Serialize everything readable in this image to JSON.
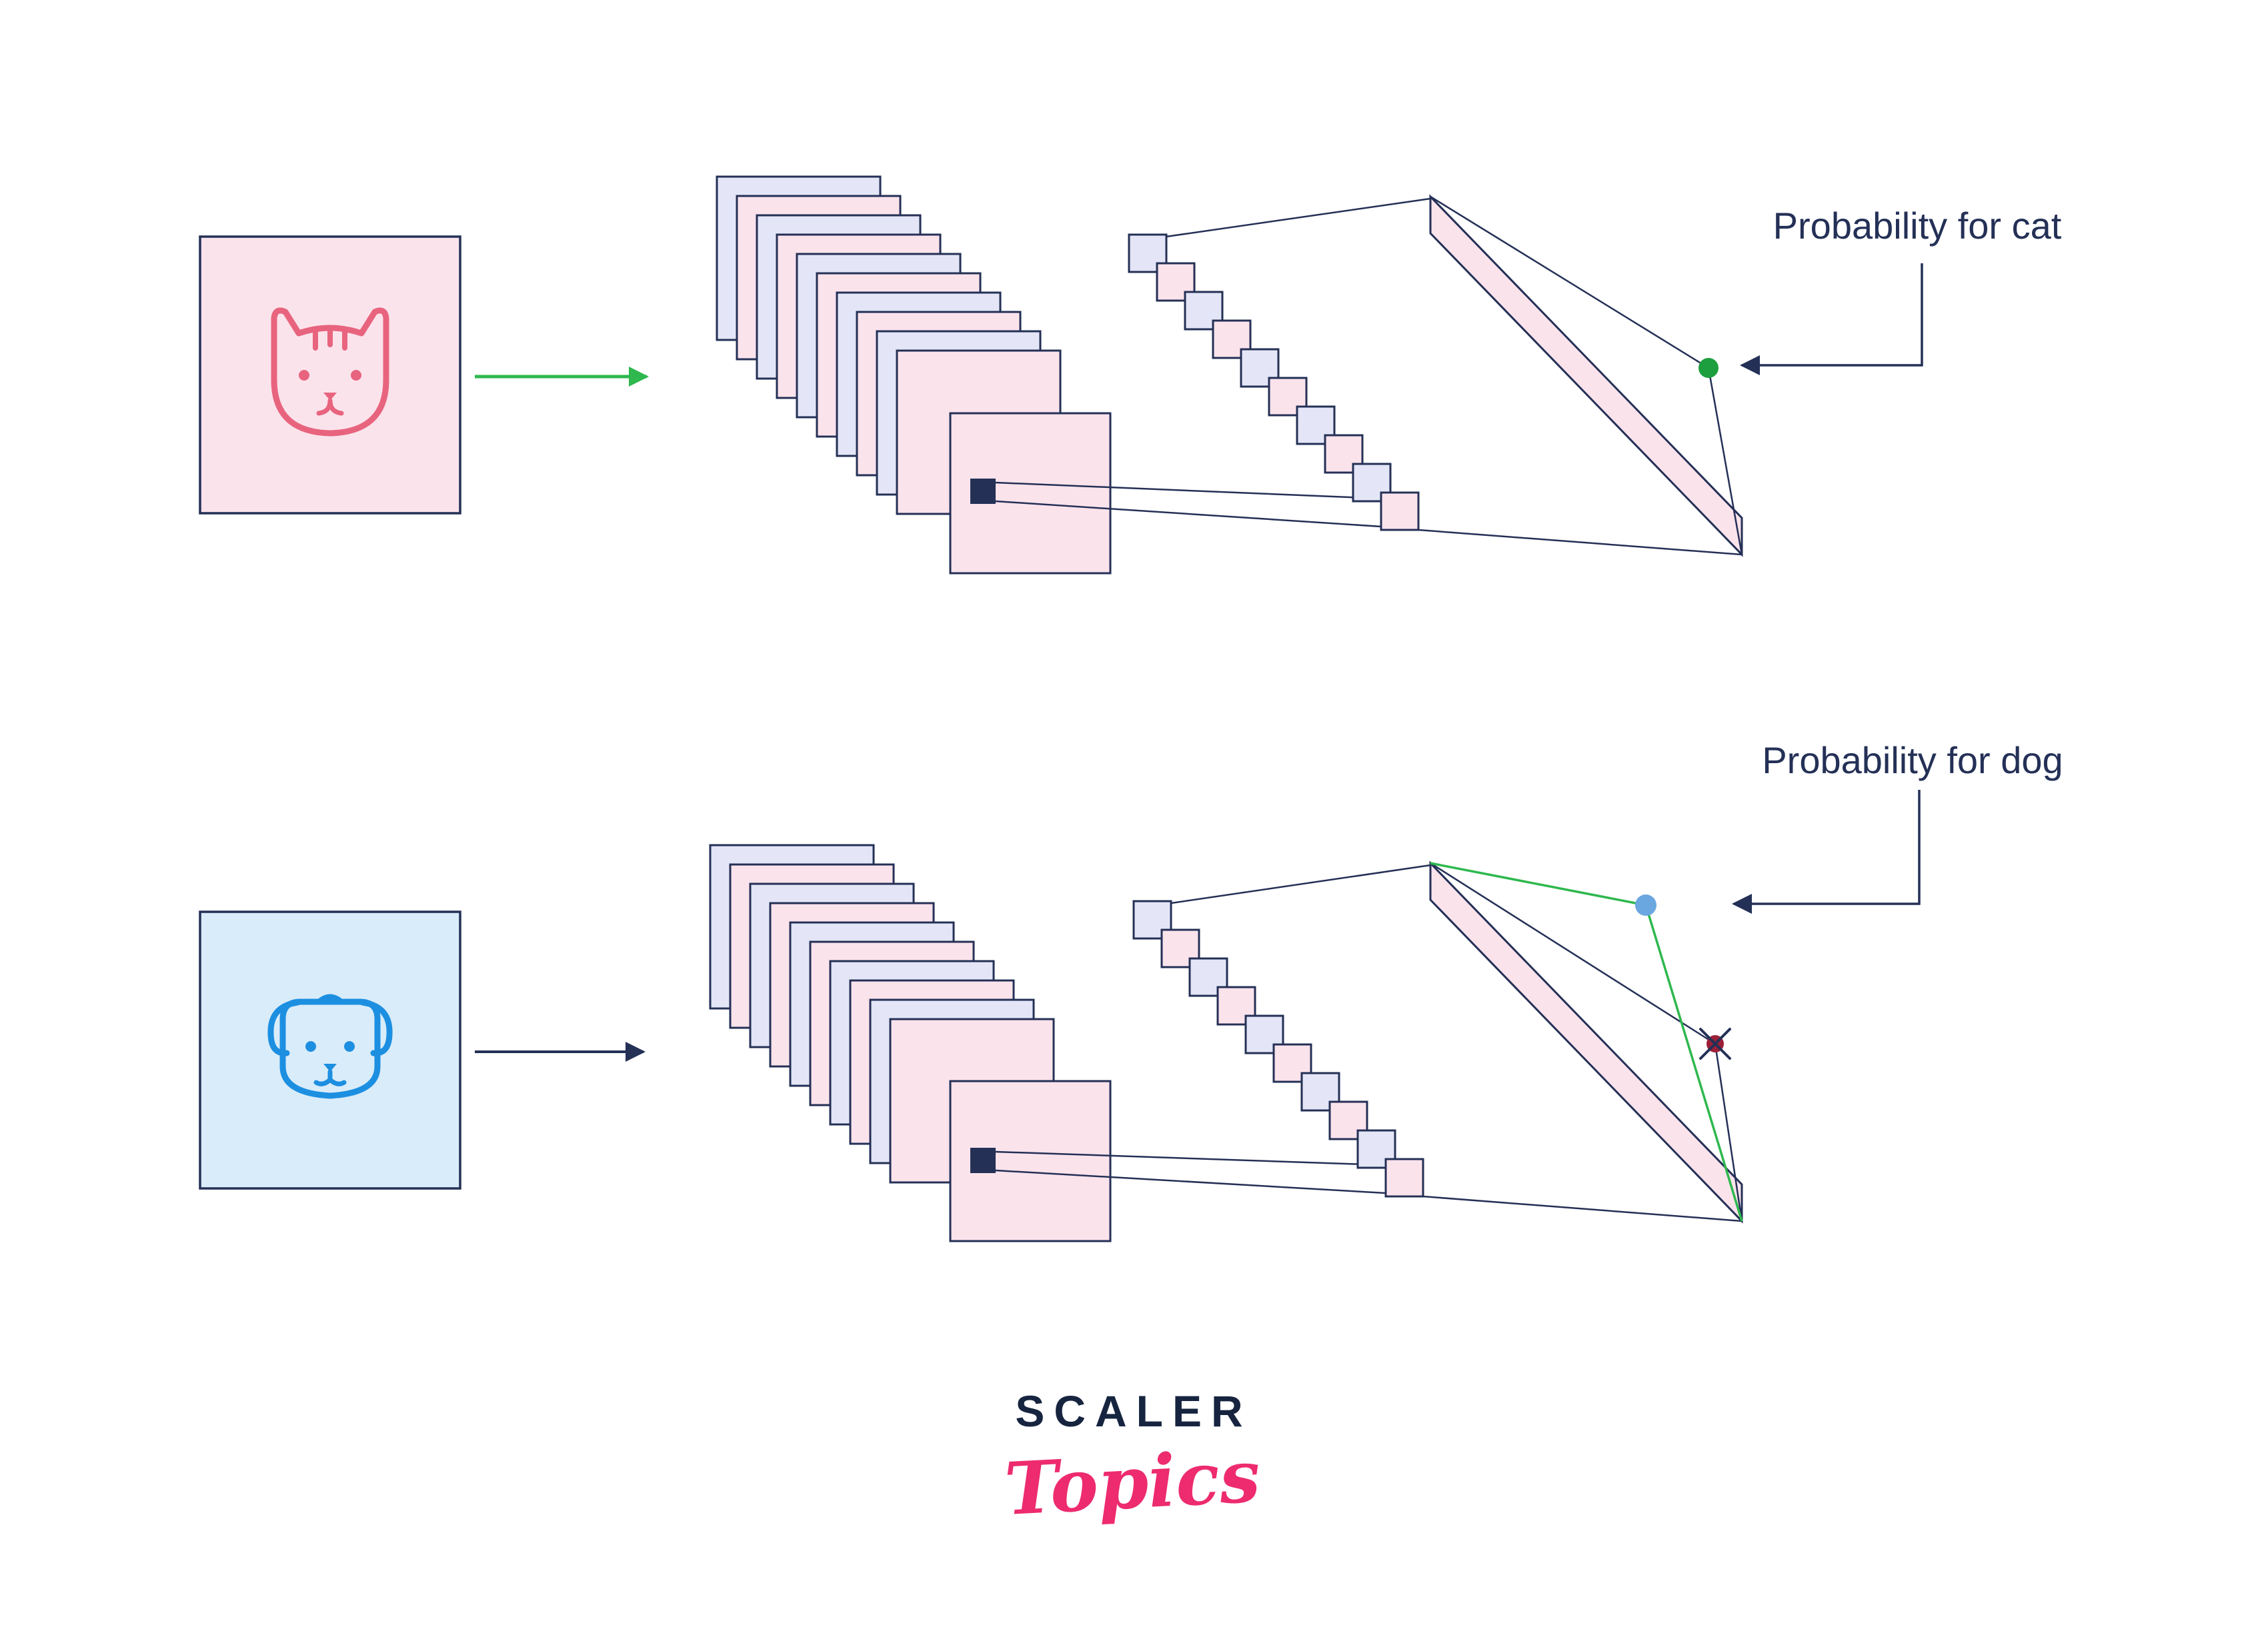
{
  "labels": {
    "cat_probability": "Probability for cat",
    "dog_probability": "Probability for dog"
  },
  "logo": {
    "brand": "SCALER",
    "sub": "Topics"
  },
  "icons": {
    "cat": "cat-icon",
    "dog": "dog-icon"
  },
  "colors": {
    "navy": "#243056",
    "pink": "#fbe3ec",
    "lavender": "#e4e6f7",
    "blue": "#d9ecfa",
    "cat-accent": "#e8647e",
    "dog-accent": "#1d8fe1",
    "green": "#2eb84e",
    "green-dot": "#1d9e3f",
    "blue-dot": "#6aa7e0",
    "red-dot": "#9c1f38",
    "logo-navy": "#16243f",
    "logo-pink": "#ed2b6e"
  }
}
